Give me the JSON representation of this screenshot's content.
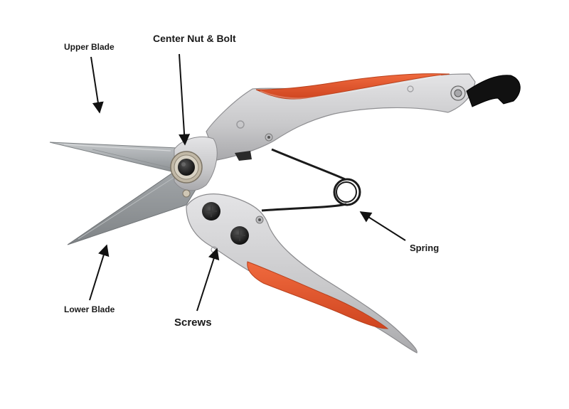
{
  "labels": {
    "upper_blade": "Upper Blade",
    "center_nut_bolt": "Center Nut & Bolt",
    "spring": "Spring",
    "screws": "Screws",
    "lower_blade": "Lower Blade"
  },
  "colors": {
    "handle_grip": "#e0522c",
    "handle_metal": "#c9c9cb",
    "blade_steel": "#9fa3a6",
    "spring_wire": "#1a1a1a",
    "hook_tip": "#111111",
    "arrow": "#111111"
  }
}
